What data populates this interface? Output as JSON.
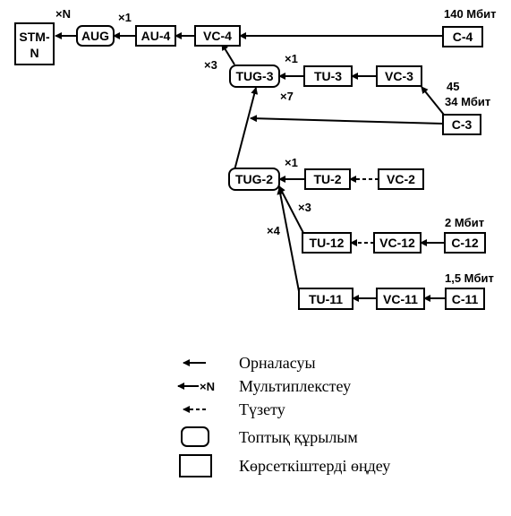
{
  "nodes": {
    "stm_n_1": "STM-",
    "stm_n_2": "N",
    "aug": "AUG",
    "au4": "AU-4",
    "vc4": "VC-4",
    "c4": "C-4",
    "tug3": "TUG-3",
    "tu3": "TU-3",
    "vc3": "VC-3",
    "c3": "C-3",
    "tug2": "TUG-2",
    "tu2": "TU-2",
    "vc2": "VC-2",
    "tu12": "TU-12",
    "vc12": "VC-12",
    "c12": "C-12",
    "tu11": "TU-11",
    "vc11": "VC-11",
    "c11": "C-11"
  },
  "multipliers": {
    "stm_xn": "×N",
    "aug_x1": "×1",
    "tug3_x3": "×3",
    "tu3_x1": "×1",
    "tug3_x7": "×7",
    "tu2_x1": "×1",
    "tu12_x3": "×3",
    "tu11_x4": "×4"
  },
  "rates": {
    "c4": "140 Мбит",
    "c3_a": "45",
    "c3_b": "34 Мбит",
    "c12": "2 Мбит",
    "c11": "1,5 Мбит"
  },
  "legend": {
    "placement": "Орналасуы",
    "mux_tag": "×N",
    "multiplexing": "Мультиплекстеу",
    "alignment": "Түзету",
    "group_structure": "Топтық құрылым",
    "pointer_processing": "Көрсеткіштерді өңдеу"
  }
}
